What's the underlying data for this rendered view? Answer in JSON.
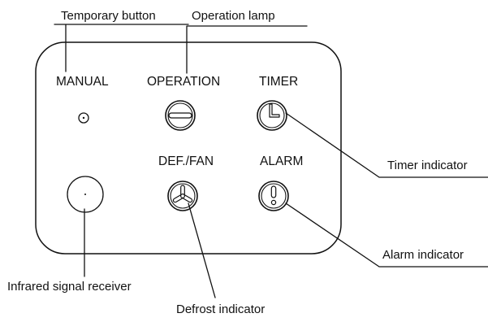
{
  "callouts": {
    "temporary_button": "Temporary button",
    "operation_lamp": "Operation lamp",
    "timer_indicator": "Timer indicator",
    "alarm_indicator": "Alarm indicator",
    "infrared_receiver": "Infrared signal receiver",
    "defrost_indicator": "Defrost indicator"
  },
  "panel": {
    "manual": "MANUAL",
    "operation": "OPERATION",
    "timer": "TIMER",
    "def_fan": "DEF./FAN",
    "alarm": "ALARM"
  },
  "colors": {
    "line": "#111111",
    "background": "#ffffff"
  }
}
